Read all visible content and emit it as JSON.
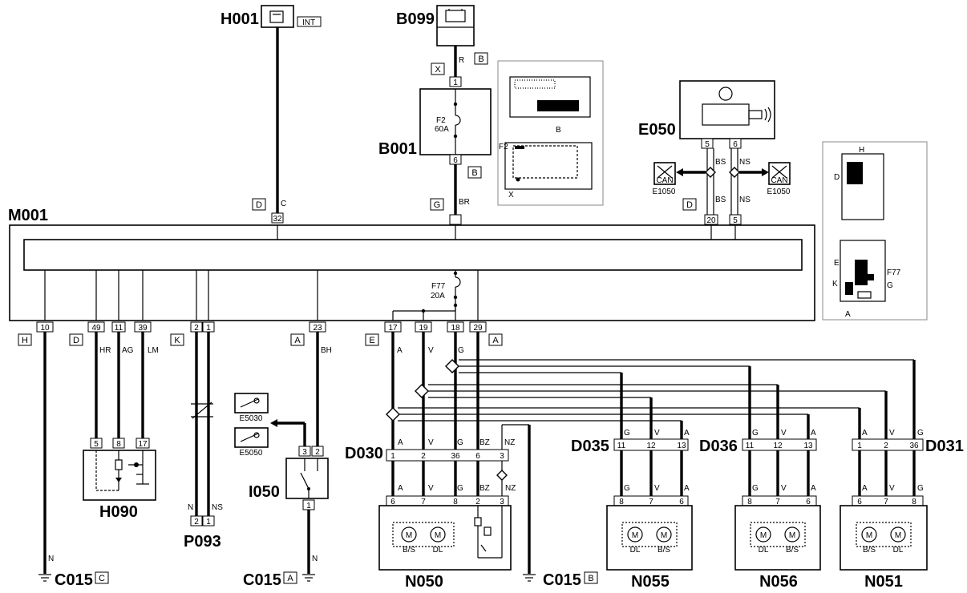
{
  "components": {
    "H001": "H001",
    "INT": "INT",
    "B099": "B099",
    "B001": "B001",
    "E050": "E050",
    "M001": "M001",
    "H090": "H090",
    "P093": "P093",
    "I050": "I050",
    "D030": "D030",
    "D035": "D035",
    "D036": "D036",
    "D031": "D031",
    "N050": "N050",
    "N055": "N055",
    "N056": "N056",
    "N051": "N051",
    "C015": "C015",
    "E1050": "E1050",
    "E5030": "E5030",
    "E5050": "E5050"
  },
  "fuses": {
    "f2_name": "F2",
    "f2_rating": "60A",
    "f77_name": "F77",
    "f77_rating": "20A"
  },
  "letters": {
    "A": "A",
    "B": "B",
    "C": "C",
    "D": "D",
    "E": "E",
    "G": "G",
    "H": "H",
    "K": "K",
    "X": "X"
  },
  "wire_colors": {
    "R": "R",
    "C": "C",
    "BR": "BR",
    "BS": "BS",
    "NS": "NS",
    "N": "N",
    "HR": "HR",
    "AG": "AG",
    "LM": "LM",
    "BH": "BH",
    "A": "A",
    "V": "V",
    "G": "G",
    "BZ": "BZ",
    "NZ": "NZ"
  },
  "pins": {
    "p1": "1",
    "p2": "2",
    "p3": "3",
    "p5": "5",
    "p6": "6",
    "p7": "7",
    "p8": "8",
    "p10": "10",
    "p11": "11",
    "p12": "12",
    "p13": "13",
    "p17": "17",
    "p18": "18",
    "p19": "19",
    "p20": "20",
    "p23": "23",
    "p29": "29",
    "p32": "32",
    "p36": "36",
    "p39": "39",
    "p49": "49"
  },
  "motor_labels": {
    "bs": "B/S",
    "dl": "DL",
    "m": "M"
  },
  "inset_labels": {
    "B": "B",
    "X": "X",
    "F2": "F2",
    "H": "H",
    "D": "D",
    "E": "E",
    "K": "K",
    "A": "A",
    "F77": "F77",
    "G": "G"
  },
  "can": "CAN",
  "colors": {
    "line": "#000000",
    "inset_border": "#888888"
  }
}
